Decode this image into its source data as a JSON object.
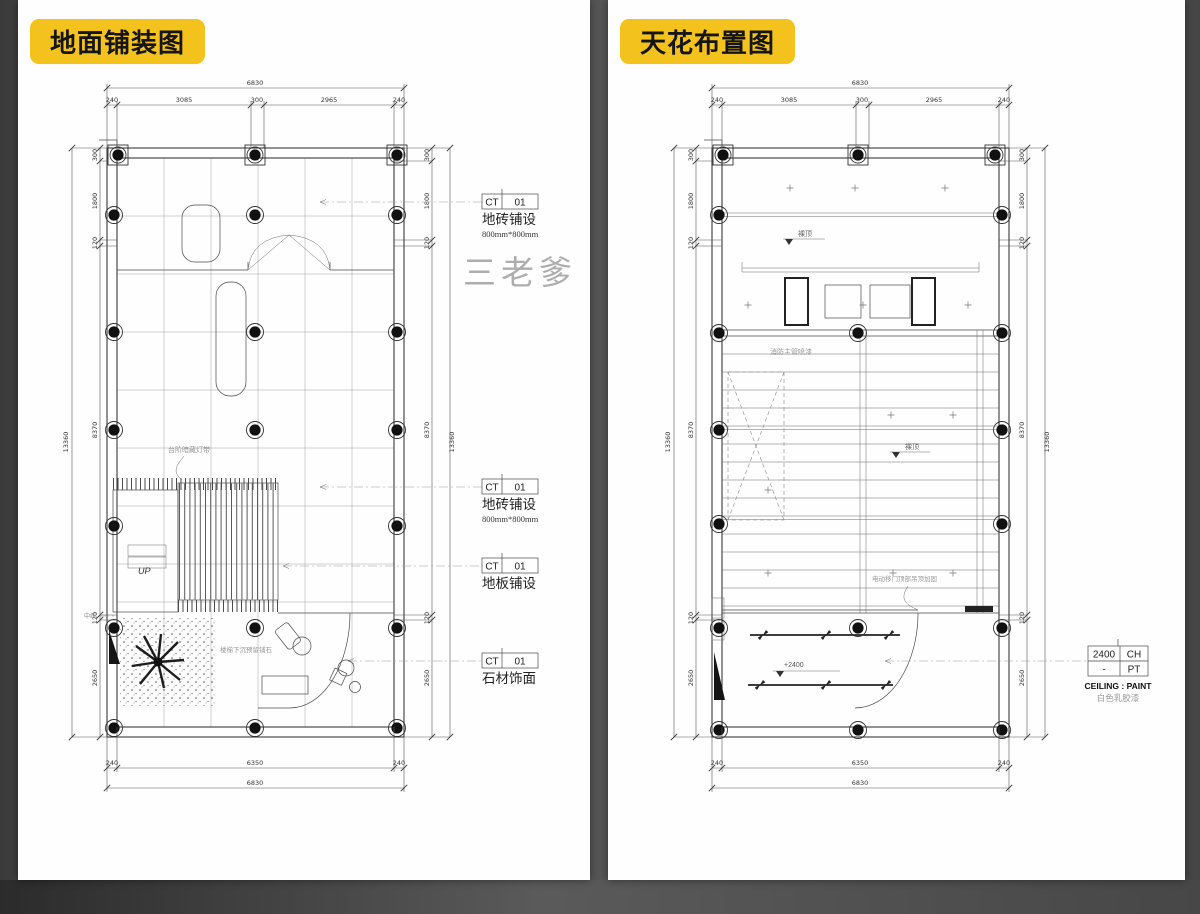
{
  "panels": [
    {
      "title": "地面铺装图",
      "watermark": "三老爹",
      "dims": {
        "top_total": "6830",
        "top_segments": [
          "240",
          "3085",
          "300",
          "2965",
          "240"
        ],
        "side_outer": "13360",
        "side_segments": [
          "300",
          "1800",
          "120",
          "8370",
          "120",
          "2650"
        ],
        "bottom_segments": [
          "240",
          "6350",
          "240"
        ],
        "bottom_total": "6830"
      },
      "callouts": [
        {
          "c1": "CT",
          "c2": "01",
          "name": "地砖铺设",
          "spec": "800mm*800mm"
        },
        {
          "c1": "CT",
          "c2": "01",
          "name": "地砖铺设",
          "spec": "800mm*800mm"
        },
        {
          "c1": "CT",
          "c2": "01",
          "name": "地板铺设",
          "spec": ""
        },
        {
          "c1": "CT",
          "c2": "01",
          "name": "石材饰面",
          "spec": ""
        }
      ],
      "notes": {
        "step_light": "台阶暗藏灯带",
        "stair_stone": "楼梯下沉预留铺石",
        "centerline": "中线",
        "up": "UP"
      }
    },
    {
      "title": "天花布置图",
      "dims": {
        "top_total": "6830",
        "top_segments": [
          "240",
          "3085",
          "300",
          "2965",
          "240"
        ],
        "side_outer": "13360",
        "side_segments": [
          "300",
          "1800",
          "120",
          "8370",
          "120",
          "2650"
        ],
        "bottom_segments": [
          "240",
          "6350",
          "240"
        ],
        "bottom_total": "6830"
      },
      "notes": {
        "bare1": "裸顶",
        "bare2": "裸顶",
        "fire": "消防主管喷漆",
        "door": "电动移门顶部吊顶加固",
        "level": "+2400"
      },
      "legend": {
        "r1c1": "2400",
        "r1c2": "CH",
        "r2c1": "-",
        "r2c2": "PT",
        "caption": "CEILING : PAINT",
        "sub": "白色乳胶漆"
      }
    }
  ]
}
